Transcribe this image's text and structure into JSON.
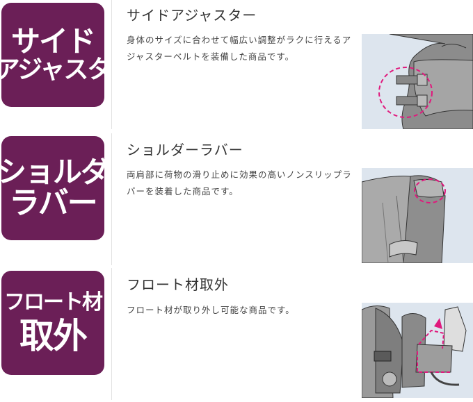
{
  "features": [
    {
      "badge_line1": "サイド",
      "badge_line2": "アジャスタ",
      "title": "サイドアジャスター",
      "description": "身体のサイズに合わせて幅広い調整がラクに行えるアジャスターベルトを装備した商品です。",
      "image_icon": "side-adjuster-illustration"
    },
    {
      "badge_line1": "ショルダ",
      "badge_line2": "ラバー",
      "title": "ショルダーラバー",
      "description": "両肩部に荷物の滑り止めに効果の高いノンスリップラバーを装着した商品です。",
      "image_icon": "shoulder-rubber-illustration"
    },
    {
      "badge_line1": "フロート材",
      "badge_line2": "取外",
      "title": "フロート材取外",
      "description": "フロート材が取り外し可能な商品です。",
      "image_icon": "removable-float-illustration"
    }
  ],
  "colors": {
    "badge": "#6b1f57",
    "highlight": "#e0197d",
    "image_bg": "#dde5ee"
  }
}
